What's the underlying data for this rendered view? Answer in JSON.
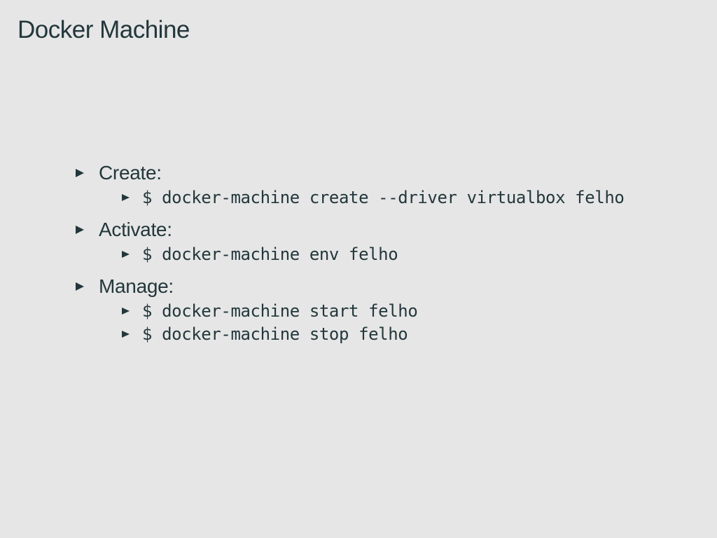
{
  "slide": {
    "title": "Docker Machine",
    "items": [
      {
        "label": "Create:",
        "commands": [
          "$ docker-machine create --driver virtualbox felho"
        ]
      },
      {
        "label": "Activate:",
        "commands": [
          "$ docker-machine env felho"
        ]
      },
      {
        "label": "Manage:",
        "commands": [
          "$ docker-machine start felho",
          "$ docker-machine stop felho"
        ]
      }
    ]
  },
  "colors": {
    "background": "#e6e6e6",
    "text": "#23373b"
  },
  "icons": {
    "bullet": "triangle-right-icon"
  }
}
